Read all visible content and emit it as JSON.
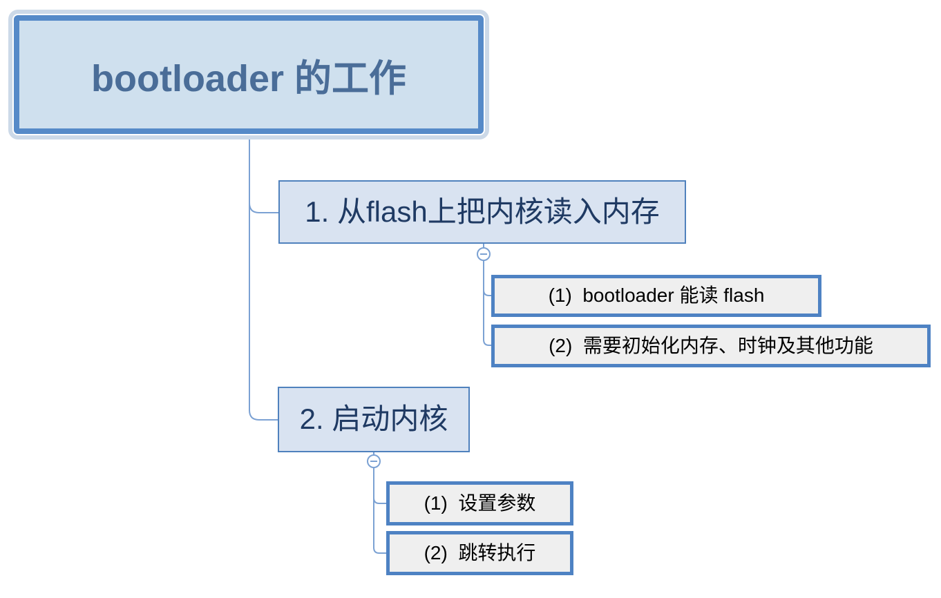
{
  "mindmap": {
    "root": {
      "label": "bootloader 的工作"
    },
    "branches": [
      {
        "label": "1. 从flash上把内核读入内存",
        "children": [
          {
            "label": "(1)  bootloader 能读 flash"
          },
          {
            "label": "(2)  需要初始化内存、时钟及其他功能"
          }
        ]
      },
      {
        "label": "2. 启动内核",
        "children": [
          {
            "label": "(1)  设置参数"
          },
          {
            "label": "(2)  跳转执行"
          }
        ]
      }
    ],
    "collapse_toggle_state": "expanded",
    "collapse_toggle_glyph": "minus"
  },
  "colors": {
    "connector_line": "#7ba1d3",
    "root_halo": "#ccd9e8",
    "root_border": "#568ac8",
    "root_fill": "#cfe0ee",
    "root_text": "#4a6d98",
    "branch_border": "#4f81bd",
    "branch_fill": "#d9e3f1",
    "branch_text": "#1f3a63",
    "sub_border": "#4e82c3",
    "sub_fill": "#efefef",
    "sub_text": "#000000",
    "canvas_background": "#ffffff"
  }
}
